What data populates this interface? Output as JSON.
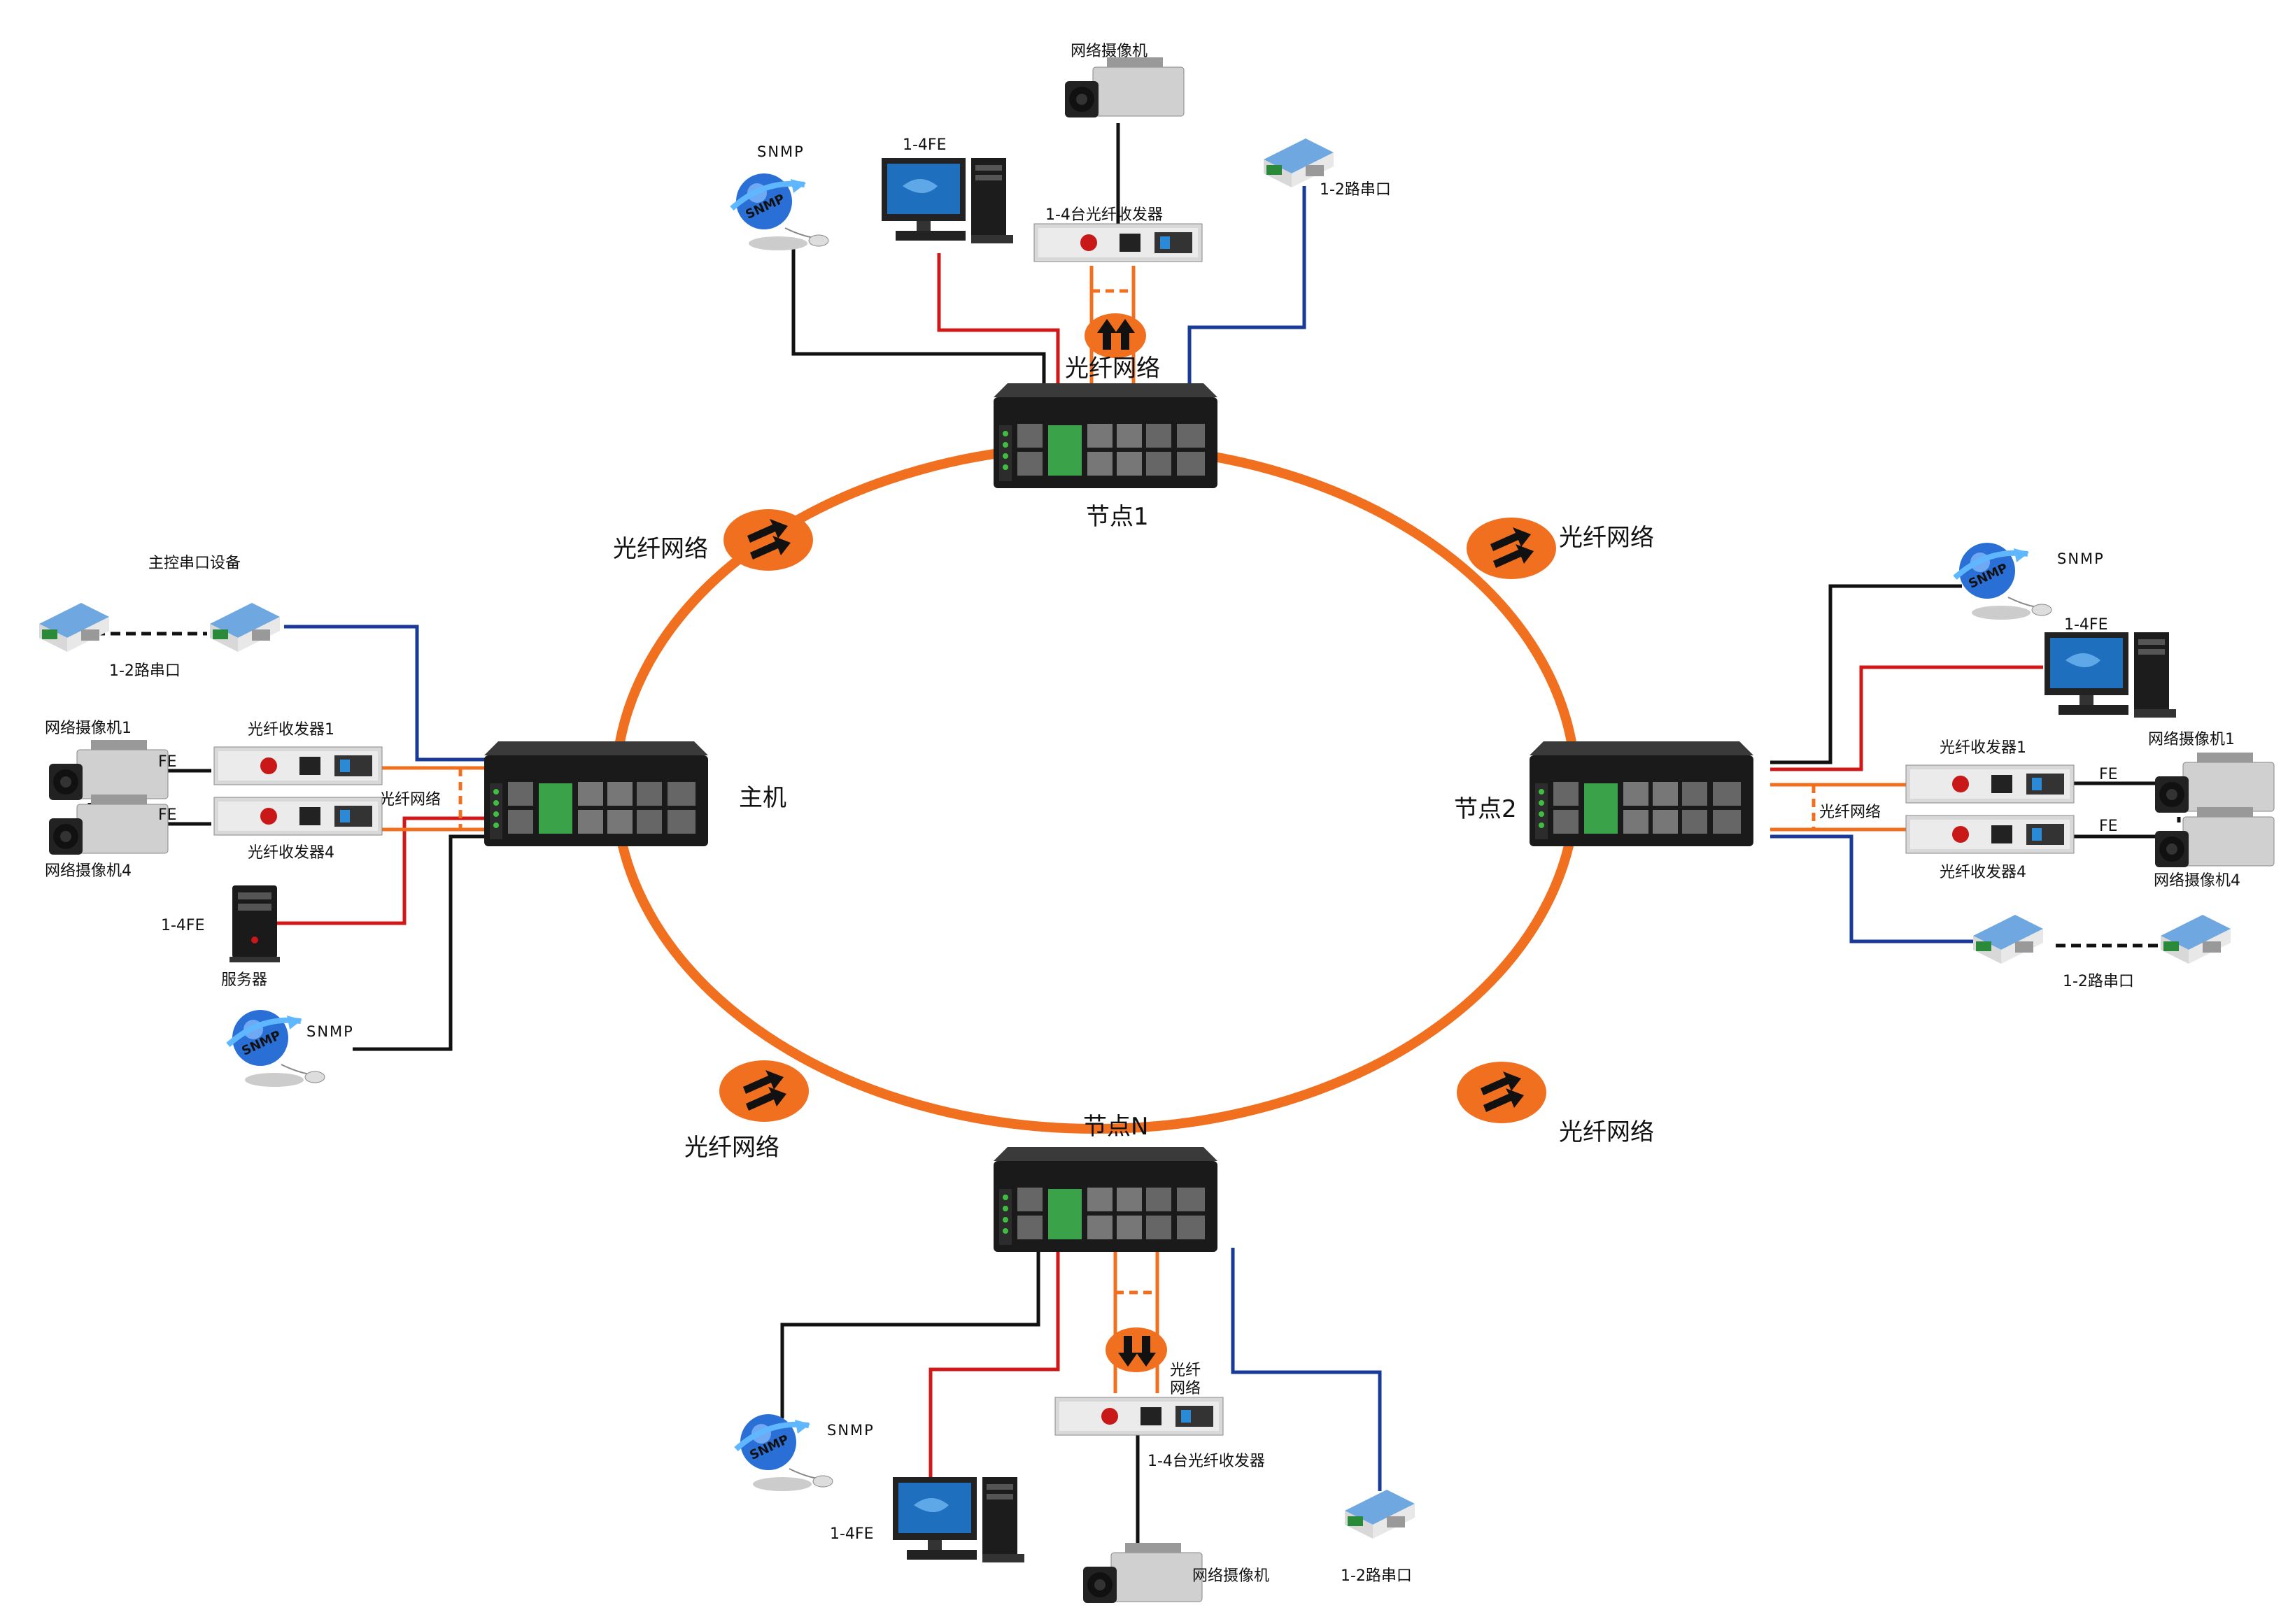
{
  "colors": {
    "fiber": "#f07020",
    "ethernet": "#d01818",
    "serial": "#1a3a9a",
    "snmp_line": "#111111"
  },
  "nodes": {
    "master": "主机",
    "node1": "节点1",
    "node2": "节点2",
    "nodeN": "节点N"
  },
  "fiber_network": "光纤网络",
  "fiber_network_split": [
    "光纤",
    "网络"
  ],
  "labels": {
    "snmp": "SNMP",
    "fe_1_4": "1-4FE",
    "fe": "FE",
    "ip_camera": "网络摄像机",
    "ip_camera_1": "网络摄像机1",
    "ip_camera_4": "网络摄像机4",
    "serial_1_2": "1-2路串口",
    "transceivers_1_4": "1-4台光纤收发器",
    "transceiver_1": "光纤收发器1",
    "transceiver_4": "光纤收发器4",
    "master_serial_device": "主控串口设备",
    "server": "服务器"
  }
}
